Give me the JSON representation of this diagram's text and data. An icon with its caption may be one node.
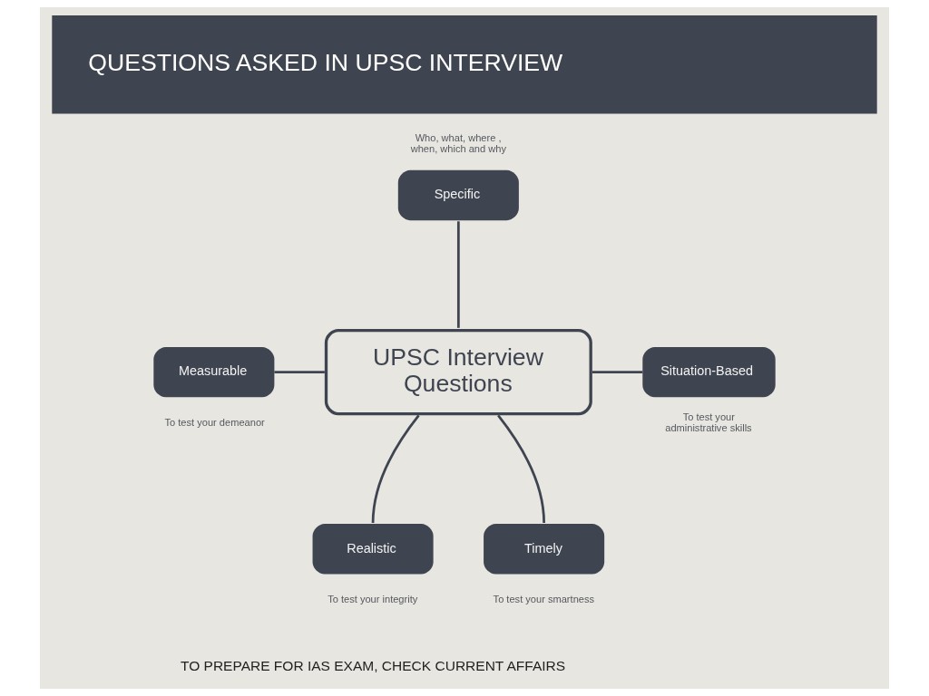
{
  "diagram": {
    "title": "QUESTIONS ASKED IN UPSC INTERVIEW",
    "nodes": [
      {
        "text": [
          "UPSC Interview Questions"
        ]
      },
      {
        "text": [
          "Specific"
        ],
        "beside": [
          "Who, what, where , when, which and why"
        ]
      },
      {
        "text": [
          "Measurable"
        ],
        "beside": [
          "To test your demeanor"
        ]
      },
      {
        "text": [
          "Situation-Based"
        ],
        "beside": [
          "To test your administrative skills"
        ]
      },
      {
        "text": [
          "Realistic"
        ],
        "beside": [
          "To test your integrity"
        ]
      },
      {
        "text": [
          "Timely"
        ],
        "beside": [
          "To test your smartness"
        ]
      }
    ],
    "edges": [
      {
        "from": 1,
        "to": 0,
        "arrow": "none"
      },
      {
        "from": 2,
        "to": 0,
        "arrow": "none"
      },
      {
        "from": 0,
        "to": 3,
        "arrow": "none"
      },
      {
        "from": 0,
        "to": 4,
        "arrow": "none"
      },
      {
        "from": 0,
        "to": 5,
        "arrow": "none"
      }
    ],
    "labels": [
      "TO PREPARE FOR IAS EXAM, CHECK CURRENT AFFAIRS"
    ]
  }
}
